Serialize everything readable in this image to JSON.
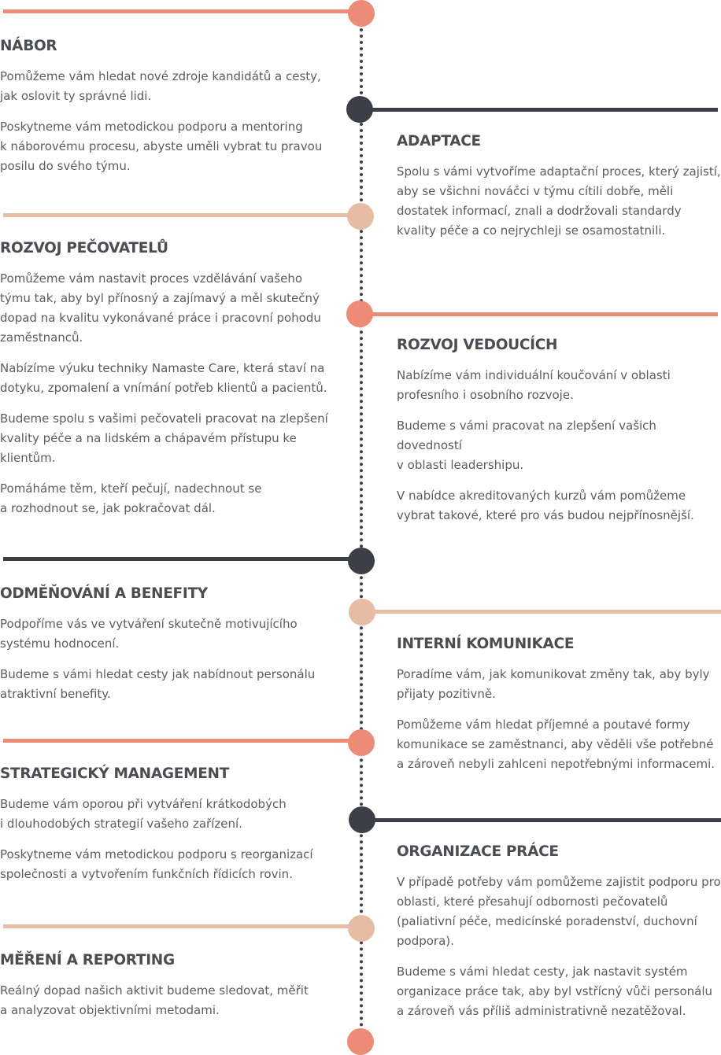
{
  "colors": {
    "coral": "#ec8b76",
    "dark": "#3c3f47",
    "peach": "#e6bda4"
  },
  "sections": [
    {
      "heading": "NÁBOR",
      "paragraphs": [
        "Pomůžeme vám hledat nové zdroje kandidátů a cesty,\njak oslovit ty správné lidi.",
        "Poskytneme vám metodickou podporu a mentoring\nk náborovému procesu, abyste uměli vybrat tu pravou\nposilu do svého týmu."
      ]
    },
    {
      "heading": "ADAPTACE",
      "paragraphs": [
        "Spolu s vámi vytvoříme adaptační proces, který zajistí,\naby se všichni nováčci v týmu cítili dobře, měli\ndostatek informací, znali a dodržovali standardy\nkvality péče a co nejrychleji se osamostatnili."
      ]
    },
    {
      "heading": "ROZVOJ PEČOVATELŮ",
      "paragraphs": [
        "Pomůžeme vám nastavit proces vzdělávání vašeho\ntýmu tak, aby byl přínosný a zajímavý a měl skutečný\ndopad na kvalitu vykonávané práce i pracovní pohodu\nzaměstnanců.",
        "Nabízíme výuku techniky Namaste Care, která staví na\ndotyku, zpomalení a vnímání potřeb klientů a pacientů.",
        "Budeme spolu s vašimi pečovateli pracovat na zlepšení\nkvality péče a na lidském a chápavém přístupu ke\nklientům.",
        "Pomáháme těm, kteří pečují, nadechnout se\na rozhodnout se, jak pokračovat dál."
      ]
    },
    {
      "heading": "ROZVOJ VEDOUCÍCH",
      "paragraphs": [
        "Nabízíme vám individuální koučování v oblasti\nprofesního i osobního rozvoje.",
        "Budeme s vámi pracovat na zlepšení vašich dovedností\nv oblasti leadershipu.",
        "V nabídce akreditovaných kurzů vám pomůžeme\nvybrat takové, které pro vás budou nejpřínosnější."
      ]
    },
    {
      "heading": "ODMĚŇOVÁNÍ A BENEFITY",
      "paragraphs": [
        "Podpoříme vás ve vytváření skutečně motivujícího\nsystému hodnocení.",
        "Budeme s vámi hledat cesty jak nabídnout personálu\natraktivní benefity."
      ]
    },
    {
      "heading": "INTERNÍ KOMUNIKACE",
      "paragraphs": [
        "Poradíme vám, jak komunikovat změny tak, aby byly\npřijaty pozitivně.",
        "Pomůžeme vám hledat příjemné a poutavé formy\nkomunikace se zaměstnanci, aby věděli vše potřebné\na zároveň nebyli zahlceni nepotřebnými informacemi."
      ]
    },
    {
      "heading": "STRATEGICKÝ MANAGEMENT",
      "paragraphs": [
        "Budeme vám oporou při vytváření krátkodobých\n i dlouhodobých strategií vašeho zařízení.",
        "Poskytneme vám metodickou podporu s reorganizací\nspolečnosti a vytvořením funkčních řídicích rovin."
      ]
    },
    {
      "heading": "ORGANIZACE PRÁCE",
      "paragraphs": [
        "V případě potřeby vám pomůžeme zajistit podporu pro\noblasti, které přesahují odbornosti pečovatelů\n(paliativní péče, medicínské poradenství, duchovní\npodpora).",
        "Budeme s vámi hledat cesty, jak nastavit systém\norganizace práce tak, aby byl vstřícný vůči personálu\na zároveň vás příliš administrativně nezatěžoval."
      ]
    },
    {
      "heading": "MĚŘENÍ A REPORTING",
      "paragraphs": [
        "Reálný dopad našich aktivit budeme sledovat, měřit\na analyzovat objektivními metodami."
      ]
    }
  ]
}
